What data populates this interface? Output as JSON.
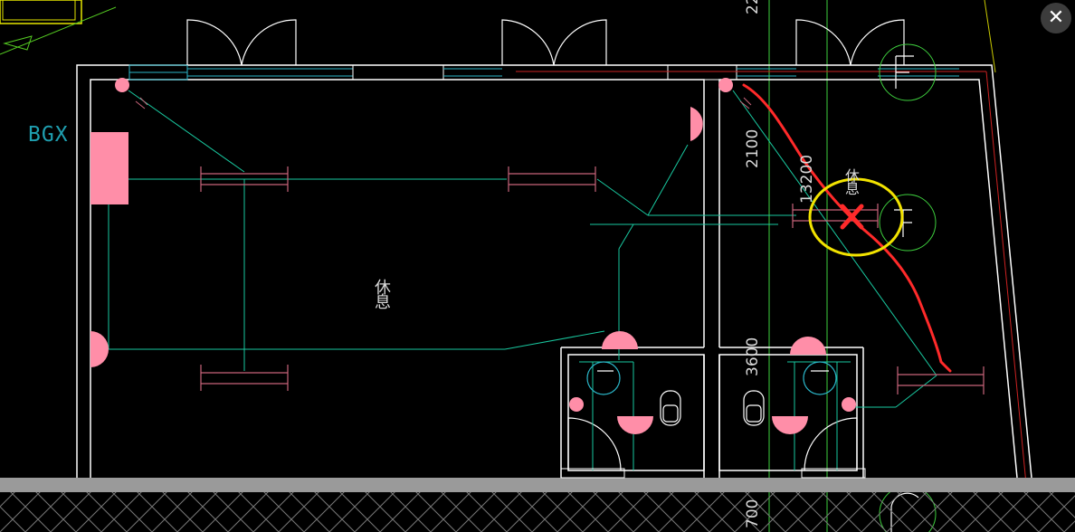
{
  "overlay": {
    "close_symbol": "✕",
    "close_icon": "close-icon"
  },
  "drawing": {
    "cabinet_label": "BGX",
    "room_label_main": "休息",
    "room_label_right": "休息",
    "dim_top": "22",
    "dim_2100": "2100",
    "dim_13200": "13200",
    "dim_3600": "3600",
    "dim_700": "700"
  },
  "colors": {
    "background": "#000000",
    "wall": "#ffffff",
    "pipe": "#19c9a0",
    "fixture": "#ff8ea8",
    "markup_red": "#ff2a2a",
    "markup_yellow": "#f2e300",
    "window_cyan": "#2bb6c8",
    "ground": "#9a9a9a"
  }
}
